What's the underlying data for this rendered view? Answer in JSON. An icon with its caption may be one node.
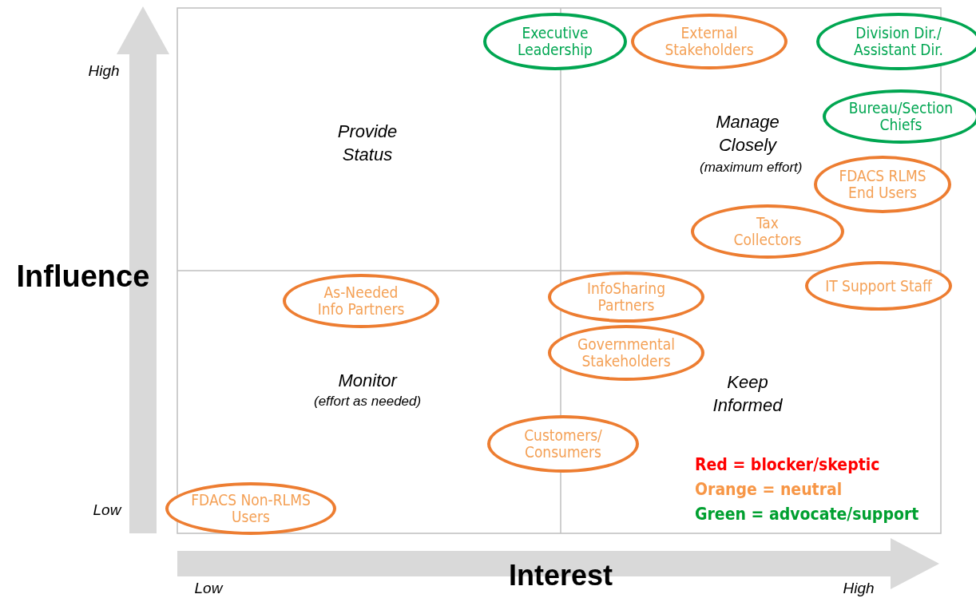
{
  "diagram": {
    "nodes": [
      {
        "text": [
          "Executive Leadership"
        ]
      },
      {
        "text": [
          "External Stakeholders"
        ]
      },
      {
        "text": [
          "Division Dir./ Assistant Dir."
        ]
      },
      {
        "text": [
          "Bureau/Section Chiefs"
        ]
      },
      {
        "text": [
          "FDACS RLMS End Users"
        ]
      },
      {
        "text": [
          "Tax Collectors"
        ]
      },
      {
        "text": [
          "IT Support Staff"
        ]
      },
      {
        "text": [
          "As-Needed Info Partners"
        ]
      },
      {
        "text": [
          "InfoSharing Partners"
        ]
      },
      {
        "text": [
          "Governmental Stakeholders"
        ]
      },
      {
        "text": [
          "Customers/ Consumers"
        ]
      },
      {
        "text": [
          "FDACS Non-RLMS Users"
        ]
      }
    ],
    "labels": [
      "High",
      "Provide Status",
      "Manage Closely",
      "(maximum effort)",
      "Influence",
      "Monitor",
      "(effort as needed)",
      "Keep Informed",
      "Low",
      "Interest",
      "Low",
      "High"
    ],
    "legend": [
      {
        "text": "Red = blocker/skeptic",
        "color": "#ff0000"
      },
      {
        "text": "Orange = neutral",
        "color": "#f79646"
      },
      {
        "text": "Green = advocate/support",
        "color": "#00a030"
      }
    ]
  }
}
